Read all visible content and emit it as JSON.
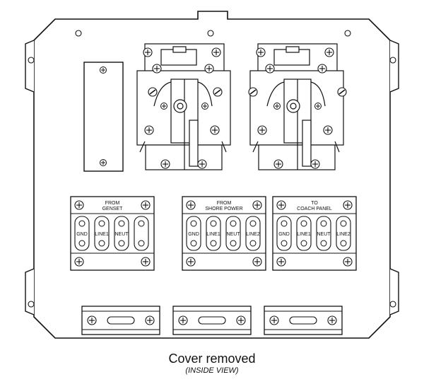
{
  "diagram": {
    "terminal_blocks": [
      {
        "heading_line1": "FROM",
        "heading_line2": "GENSET",
        "labels": [
          "GND",
          "LINE1",
          "NEUT",
          ""
        ]
      },
      {
        "heading_line1": "FROM",
        "heading_line2": "SHORE POWER",
        "labels": [
          "GND",
          "LINE1",
          "NEUT",
          "LINE2"
        ]
      },
      {
        "heading_line1": "TO",
        "heading_line2": "COACH PANEL",
        "labels": [
          "GND",
          "LINE1",
          "NEUT",
          "LINE2"
        ]
      }
    ]
  },
  "caption": {
    "title": "Cover removed",
    "subtitle": "(INSIDE VIEW)"
  }
}
